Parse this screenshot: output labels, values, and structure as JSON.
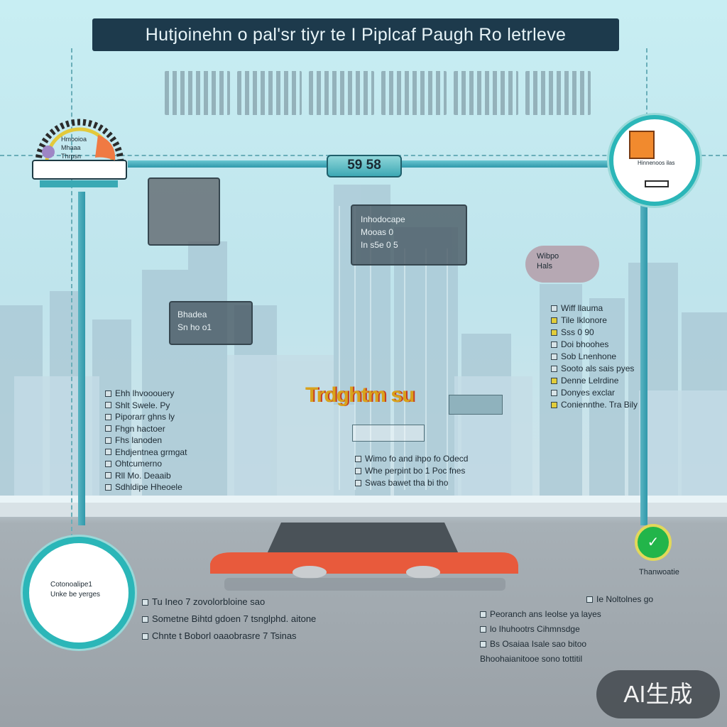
{
  "title": "Hutjoinehn o pal'sr tiyr te I Piplcaf Paugh Ro letrleve",
  "center_badge": "59 58",
  "left_top_card": {
    "lines": [
      "Hmooioa",
      "Mhaaa",
      "Thrpsn"
    ]
  },
  "right_top_card": {
    "lines": [
      "Hinnenoos ilas"
    ]
  },
  "center_panel": {
    "lines": [
      "Inhodocape",
      "Mooas 0",
      "In s5e 0 5"
    ]
  },
  "left_panel": {
    "lines": [
      "Bhadea",
      "Sn ho o1"
    ]
  },
  "right_cloud": {
    "lines": [
      "Wibpo",
      "Hals"
    ]
  },
  "right_list": [
    {
      "text": "Wiff llauma",
      "yellow": false
    },
    {
      "text": "Tile Iklonore",
      "yellow": true
    },
    {
      "text": "Sss 0 90",
      "yellow": true
    },
    {
      "text": "Doi bhoohes",
      "yellow": false
    },
    {
      "text": "Sob Lnenhone",
      "yellow": false
    },
    {
      "text": "Sooto als sais pyes",
      "yellow": false
    },
    {
      "text": "Denne Lelrdine",
      "yellow": true
    },
    {
      "text": "Donyes exclar",
      "yellow": false
    },
    {
      "text": "Coniennthe. Tra Bily",
      "yellow": true
    }
  ],
  "left_list": [
    "Ehh lhvooouery",
    "Shlt Swele. Py",
    "Piporarr ghns ly",
    "Fhgn hactoer",
    "Fhs lanoden",
    "Ehdjentnea grmgat",
    "Ohtcumerno",
    "Rll Mo. Deaaib",
    "Sdhldipe Hheoele"
  ],
  "center_headline": "Trdghtm su",
  "center_small_list": [
    "Wimo fo and ihpo fo Odecd",
    "Whe perpint bo 1 Poc fnes",
    "Swas bawet tha bi tho"
  ],
  "bottom_left_circle": {
    "lines": [
      "Cotonoalipe1",
      "Unke be yerges"
    ]
  },
  "bottom_left_list": [
    "Tu Ineo 7 zovolorbloine sao",
    "Sometne Bihtd gdoen 7 tsnglphd. aitone",
    "Chnte t Boborl oaaobrasre 7 Tsinas"
  ],
  "bottom_right_label": "Thanwoatie",
  "bottom_right_list": [
    "Ie Noltolnes go",
    "Peoranch ans Ieolse ya layes",
    "lo Ihuhootrs Cihmnsdge",
    "Bs Osaiaa Isale sao bitoo",
    "Bhoohaianitooe sono tottitil"
  ],
  "watermark": "AI生成",
  "colors": {
    "teal": "#2bb6b8",
    "navy": "#1d3a4c",
    "car_red": "#e85a3c"
  }
}
